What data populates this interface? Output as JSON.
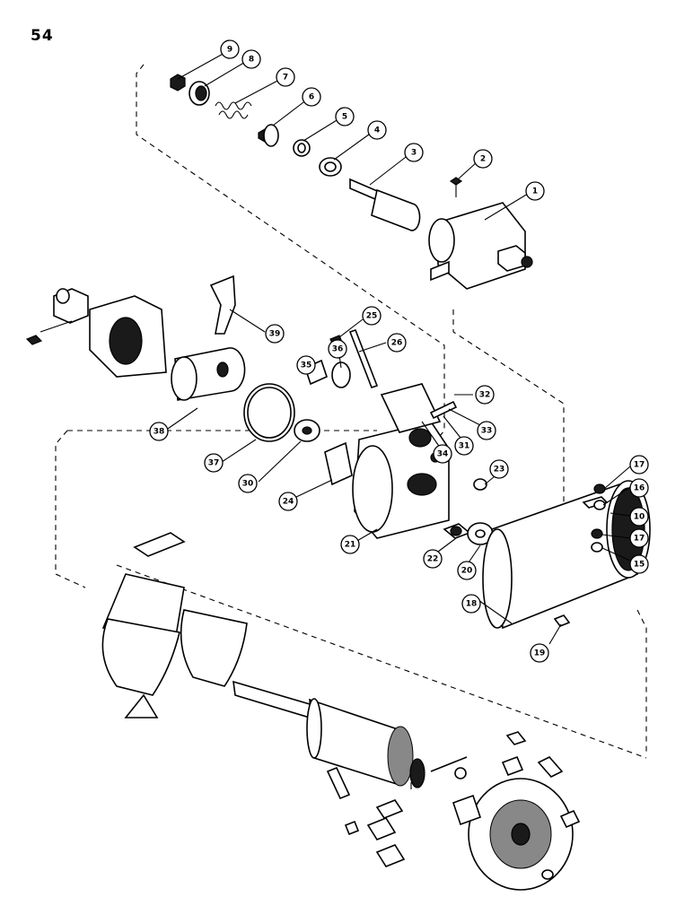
{
  "page": {
    "number": "54"
  },
  "callouts": [
    "1",
    "2",
    "3",
    "4",
    "5",
    "6",
    "7",
    "8",
    "9",
    "10",
    "15",
    "16",
    "17",
    "17",
    "18",
    "19",
    "20",
    "21",
    "22",
    "23",
    "24",
    "25",
    "26",
    "30",
    "31",
    "32",
    "33",
    "34",
    "35",
    "36",
    "37",
    "38",
    "39"
  ]
}
